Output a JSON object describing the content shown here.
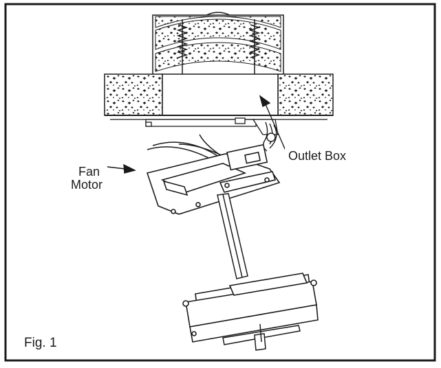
{
  "figure": {
    "caption": "Fig. 1",
    "labels": {
      "outlet_box": "Outlet Box",
      "fan_line1": "Fan",
      "fan_line2": "Motor"
    }
  },
  "colors": {
    "ink": "#1a1a1a",
    "paper": "#ffffff",
    "speckle": "#222222"
  },
  "icons": [
    "insulation-texture",
    "spring-icon",
    "arrow-icon",
    "wire-icon"
  ]
}
